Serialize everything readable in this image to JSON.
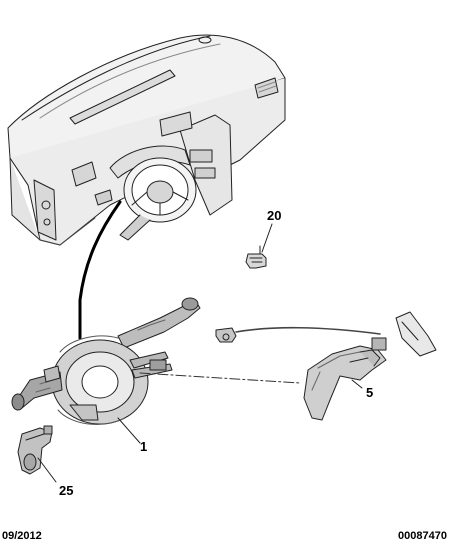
{
  "callouts": {
    "part_20": "20",
    "part_5": "5",
    "part_1": "1",
    "part_25": "25"
  },
  "footer": {
    "date": "09/2012",
    "reference": "00087470"
  }
}
